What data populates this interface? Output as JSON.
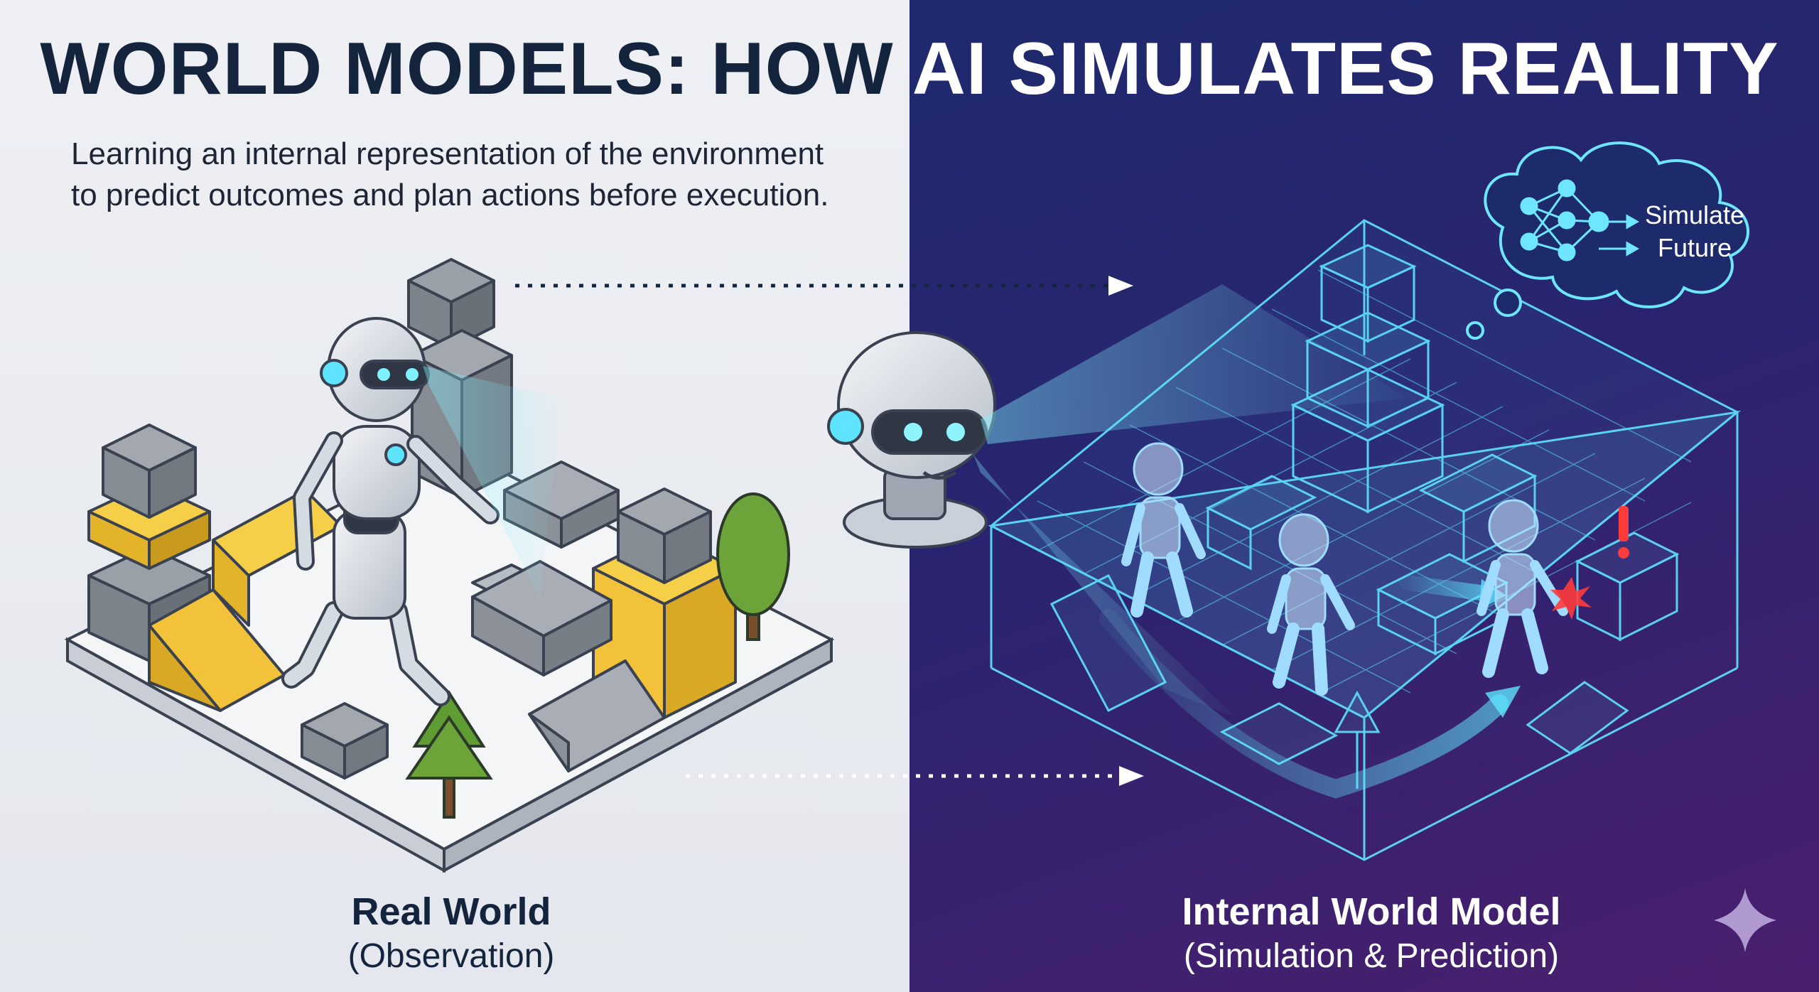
{
  "title": {
    "part1": "WORLD MODELS: HOW ",
    "part2": "AI SIMULATES REALITY"
  },
  "subtitle": {
    "line1": "Learning an internal representation of the environment",
    "line2": "to predict outcomes and plan actions before execution."
  },
  "left_panel": {
    "heading": "Real World",
    "subheading": "(Observation)"
  },
  "right_panel": {
    "heading": "Internal World Model",
    "subheading": "(Simulation & Prediction)"
  },
  "thought_bubble": {
    "line1": "Simulate",
    "line2": "Future"
  },
  "colors": {
    "left_bg": "#e9ecf1",
    "right_bg": "#26276e",
    "accent_cyan": "#5fe4ff",
    "block_yellow": "#f2c33a",
    "block_gray": "#8c9096",
    "alert_red": "#ff3b3b"
  },
  "icons": [
    "robot",
    "neural-network-icon",
    "sparkle-icon",
    "warning-icon",
    "tree",
    "arrow"
  ]
}
